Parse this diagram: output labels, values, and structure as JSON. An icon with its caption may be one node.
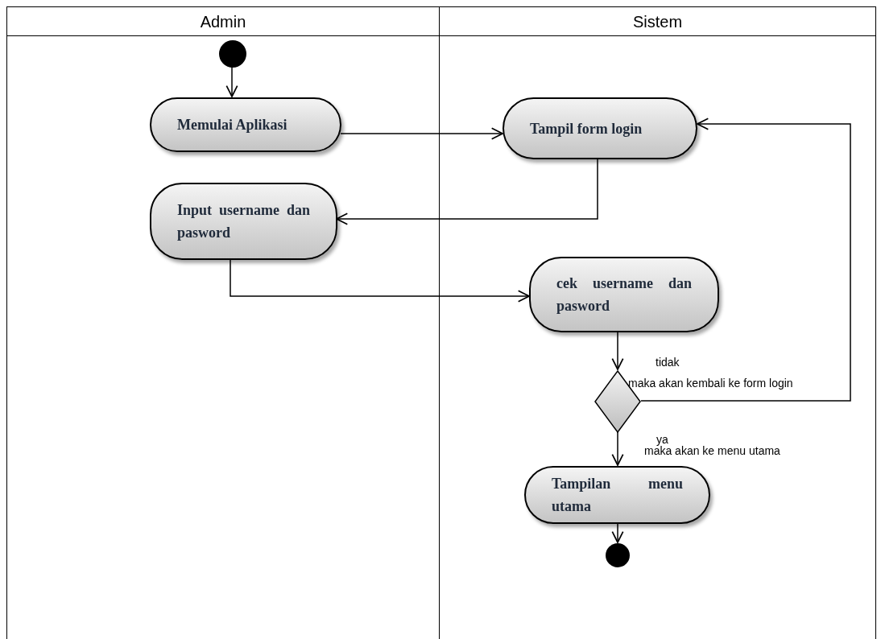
{
  "diagram": {
    "nodes": [
      {
        "text": [
          "Admin"
        ]
      },
      {
        "text": [
          "Sistem"
        ]
      },
      {
        "text": [],
        "shape": "circle",
        "in": 0
      },
      {
        "text": [
          "Memulai Aplikasi"
        ],
        "in": 0
      },
      {
        "text": [
          "Input username dan pasword"
        ],
        "in": 0
      },
      {
        "text": [
          "Tampil form login"
        ],
        "in": 1
      },
      {
        "text": [
          "cek username dan pasword"
        ],
        "in": 1
      },
      {
        "text": [],
        "shape": "diamond",
        "in": 1
      },
      {
        "text": [
          "Tampilan menu utama"
        ],
        "in": 1
      },
      {
        "text": [],
        "shape": "circle",
        "in": 1
      }
    ],
    "edges": [
      {
        "from": 2,
        "to": 3,
        "arrow": "to"
      },
      {
        "from": 3,
        "to": 5,
        "arrow": "to"
      },
      {
        "from": 5,
        "to": 4,
        "arrow": "to"
      },
      {
        "from": 4,
        "to": 6,
        "arrow": "to"
      },
      {
        "from": 6,
        "to": 7,
        "arrow": "to"
      },
      {
        "from": 7,
        "to": 5,
        "label": "tidak",
        "arrow": "to"
      },
      {
        "from": 7,
        "to": 8,
        "label": "ya",
        "arrow": "to"
      },
      {
        "from": 8,
        "to": 9,
        "arrow": "to"
      }
    ],
    "labels": [
      "maka akan kembali ke form login",
      "maka akan ke menu utama"
    ]
  }
}
